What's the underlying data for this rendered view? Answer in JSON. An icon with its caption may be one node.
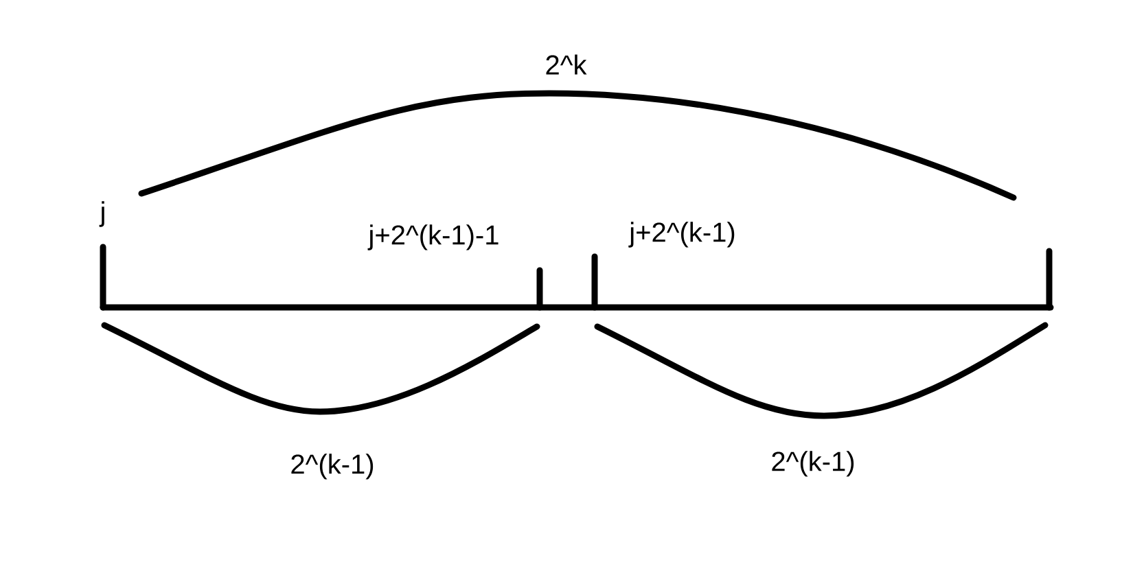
{
  "diagram": {
    "labels": [
      "2^k",
      "j",
      "j+2^(k-1)-1",
      "j+2^(k-1)",
      "2^(k-1)",
      "2^(k-1)"
    ]
  }
}
